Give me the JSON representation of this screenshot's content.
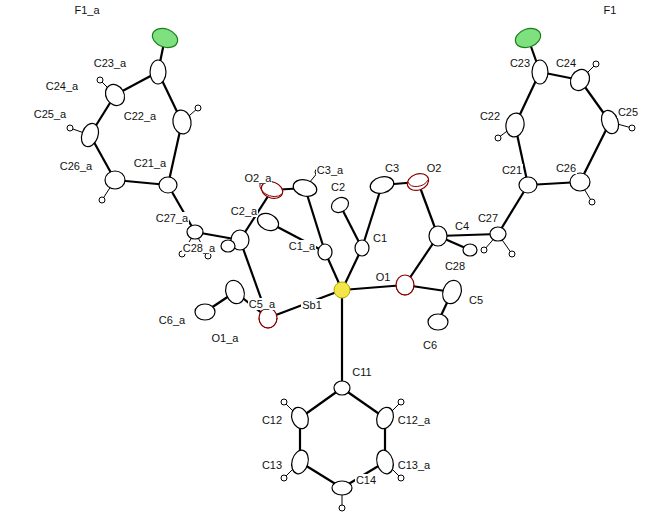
{
  "diagram": {
    "labels": [
      "F1_a",
      "F1",
      "C23_a",
      "C24_a",
      "C25_a",
      "C22_a",
      "C21_a",
      "C26_a",
      "O2_a",
      "C3_a",
      "C3",
      "O2",
      "C2",
      "C2_a",
      "C27_a",
      "C28_a",
      "C1_a",
      "C1",
      "C4",
      "C27",
      "O1",
      "C28",
      "Sb1",
      "C5_a",
      "O1_a",
      "C6_a",
      "C5",
      "C6",
      "C23",
      "C24",
      "C22",
      "C25",
      "C21",
      "C26",
      "C11",
      "C12",
      "C12_a",
      "C13",
      "C13_a",
      "C14"
    ]
  }
}
